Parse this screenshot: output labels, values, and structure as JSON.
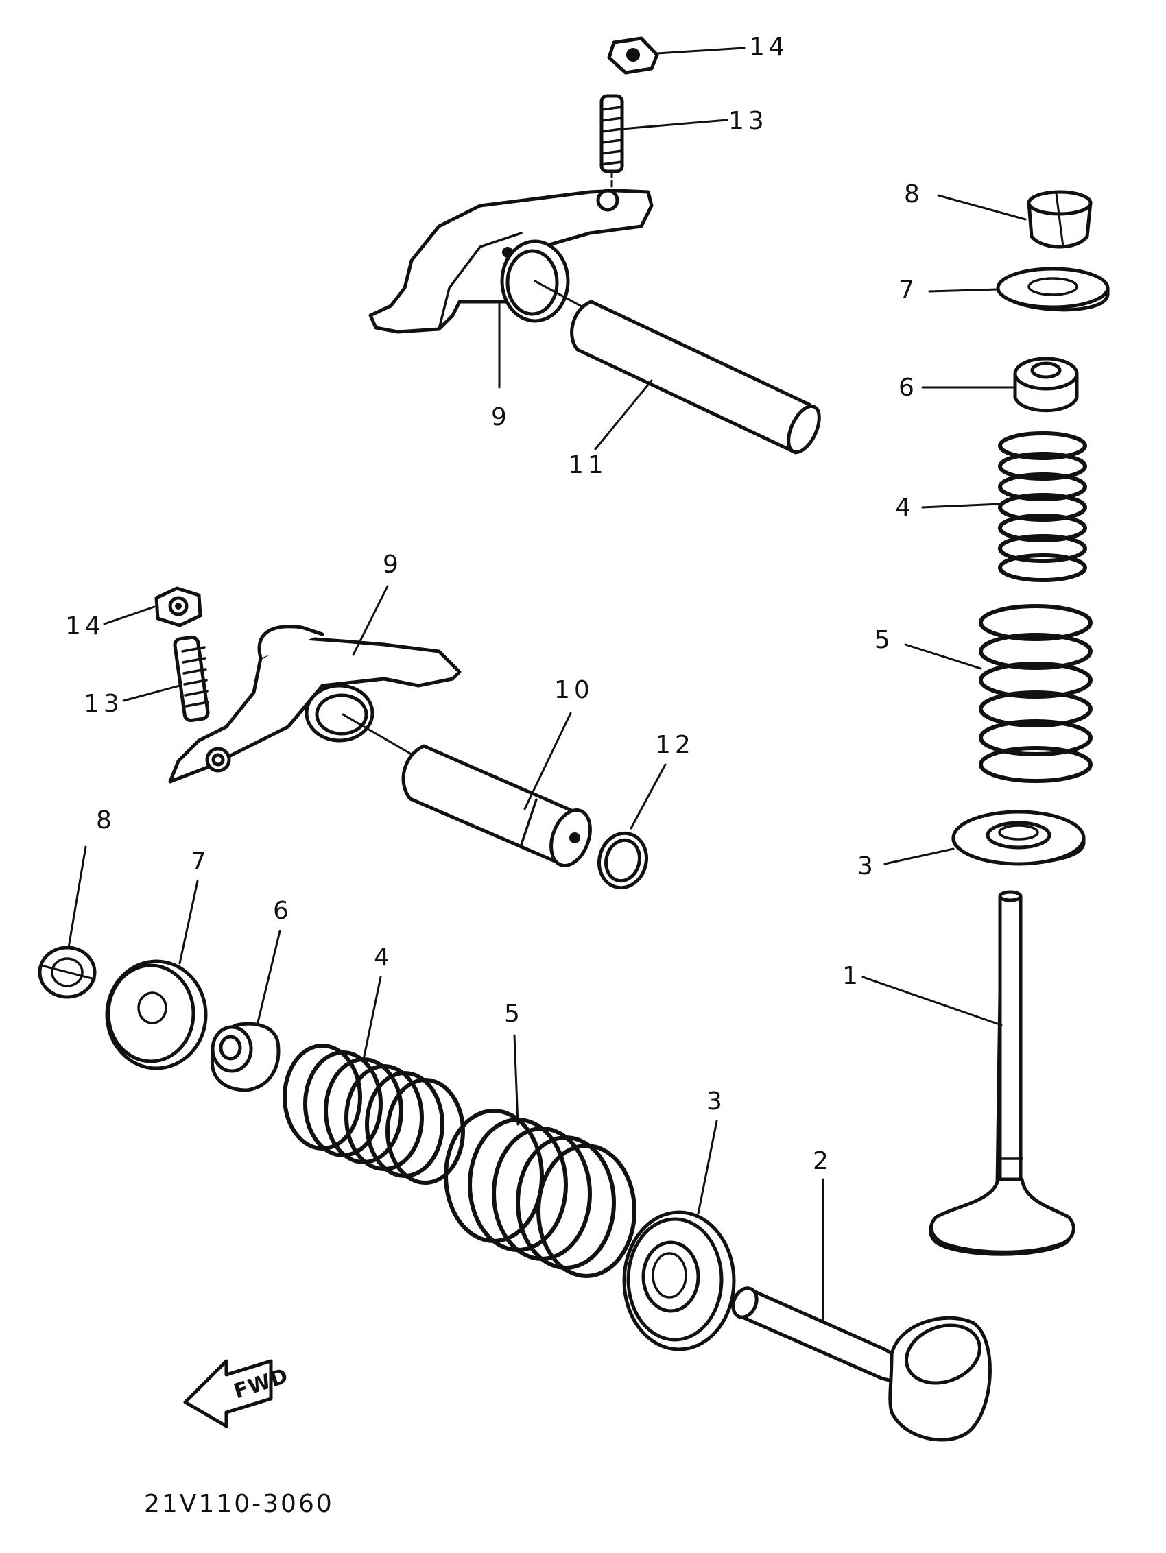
{
  "diagram": {
    "drawing_code": "21V110-3060",
    "direction_marker": "FWD",
    "callouts": [
      {
        "id": "c14-top",
        "label": "14"
      },
      {
        "id": "c13-top",
        "label": "13"
      },
      {
        "id": "c9-top",
        "label": "9"
      },
      {
        "id": "c11",
        "label": "11"
      },
      {
        "id": "c8-right",
        "label": "8"
      },
      {
        "id": "c7-right",
        "label": "7"
      },
      {
        "id": "c6-right",
        "label": "6"
      },
      {
        "id": "c4-right",
        "label": "4"
      },
      {
        "id": "c5-right",
        "label": "5"
      },
      {
        "id": "c3-right",
        "label": "3"
      },
      {
        "id": "c1",
        "label": "1"
      },
      {
        "id": "c9-mid",
        "label": "9"
      },
      {
        "id": "c14-mid",
        "label": "14"
      },
      {
        "id": "c13-mid",
        "label": "13"
      },
      {
        "id": "c10",
        "label": "10"
      },
      {
        "id": "c12",
        "label": "12"
      },
      {
        "id": "c8-left",
        "label": "8"
      },
      {
        "id": "c7-left",
        "label": "7"
      },
      {
        "id": "c6-left",
        "label": "6"
      },
      {
        "id": "c4-left",
        "label": "4"
      },
      {
        "id": "c5-left",
        "label": "5"
      },
      {
        "id": "c3-left",
        "label": "3"
      },
      {
        "id": "c2",
        "label": "2"
      }
    ]
  }
}
